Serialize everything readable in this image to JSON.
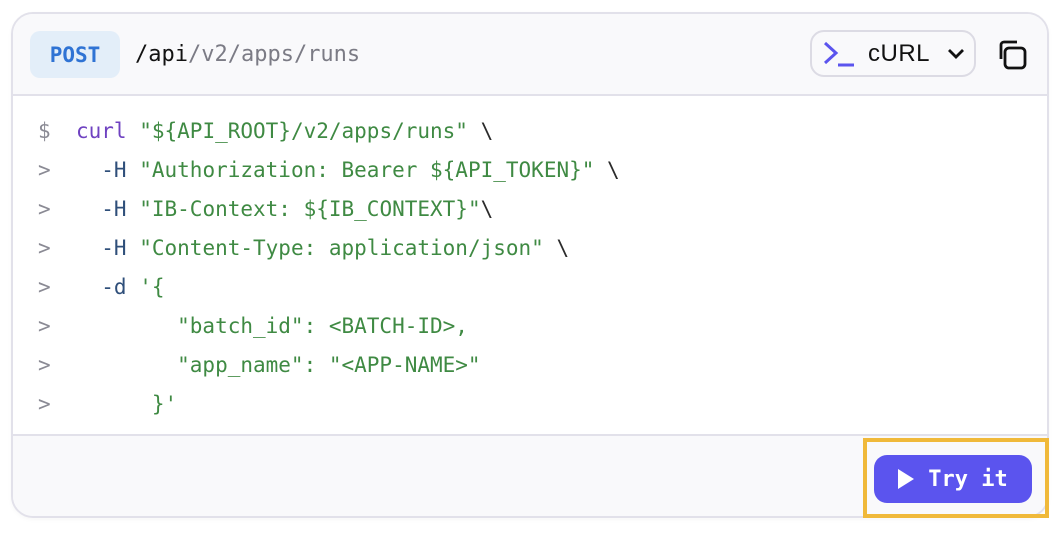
{
  "header": {
    "method": "POST",
    "path_base": "/api",
    "path_rest": "/v2/apps/runs",
    "language_selector": {
      "icon": "terminal-icon",
      "label": "cURL",
      "chevron": "chevron-down-icon"
    },
    "copy_icon": "copy-icon"
  },
  "code": {
    "lines": [
      {
        "prompt": "$",
        "parts": [
          {
            "t": "curl",
            "c": "kw"
          },
          {
            "t": " ",
            "c": "plain"
          },
          {
            "t": "\"${API_ROOT}/v2/apps/runs\"",
            "c": "str"
          },
          {
            "t": " \\",
            "c": "plain"
          }
        ]
      },
      {
        "prompt": ">",
        "parts": [
          {
            "t": "  -H",
            "c": "flag"
          },
          {
            "t": " ",
            "c": "plain"
          },
          {
            "t": "\"Authorization: Bearer ${API_TOKEN}\"",
            "c": "str"
          },
          {
            "t": " \\",
            "c": "plain"
          }
        ]
      },
      {
        "prompt": ">",
        "parts": [
          {
            "t": "  -H",
            "c": "flag"
          },
          {
            "t": " ",
            "c": "plain"
          },
          {
            "t": "\"IB-Context: ${IB_CONTEXT}\"",
            "c": "str"
          },
          {
            "t": "\\",
            "c": "plain"
          }
        ]
      },
      {
        "prompt": ">",
        "parts": [
          {
            "t": "  -H",
            "c": "flag"
          },
          {
            "t": " ",
            "c": "plain"
          },
          {
            "t": "\"Content-Type: application/json\"",
            "c": "str"
          },
          {
            "t": " \\",
            "c": "plain"
          }
        ]
      },
      {
        "prompt": ">",
        "parts": [
          {
            "t": "  -d",
            "c": "flag"
          },
          {
            "t": " ",
            "c": "plain"
          },
          {
            "t": "'{",
            "c": "str"
          }
        ]
      },
      {
        "prompt": ">",
        "parts": [
          {
            "t": "        \"batch_id\": <BATCH-ID>,",
            "c": "str"
          }
        ]
      },
      {
        "prompt": ">",
        "parts": [
          {
            "t": "        \"app_name\": \"<APP-NAME>\"",
            "c": "str"
          }
        ]
      },
      {
        "prompt": ">",
        "parts": [
          {
            "t": "      }'",
            "c": "str"
          }
        ]
      }
    ]
  },
  "footer": {
    "try_button": {
      "icon": "play-icon",
      "label": "Try it"
    }
  },
  "colors": {
    "accent": "#5b54ee",
    "method_text": "#2f73d4",
    "method_bg": "#e3eef9",
    "string": "#3f8a43",
    "keyword": "#6f42c1",
    "highlight_border": "#f0b93a"
  }
}
